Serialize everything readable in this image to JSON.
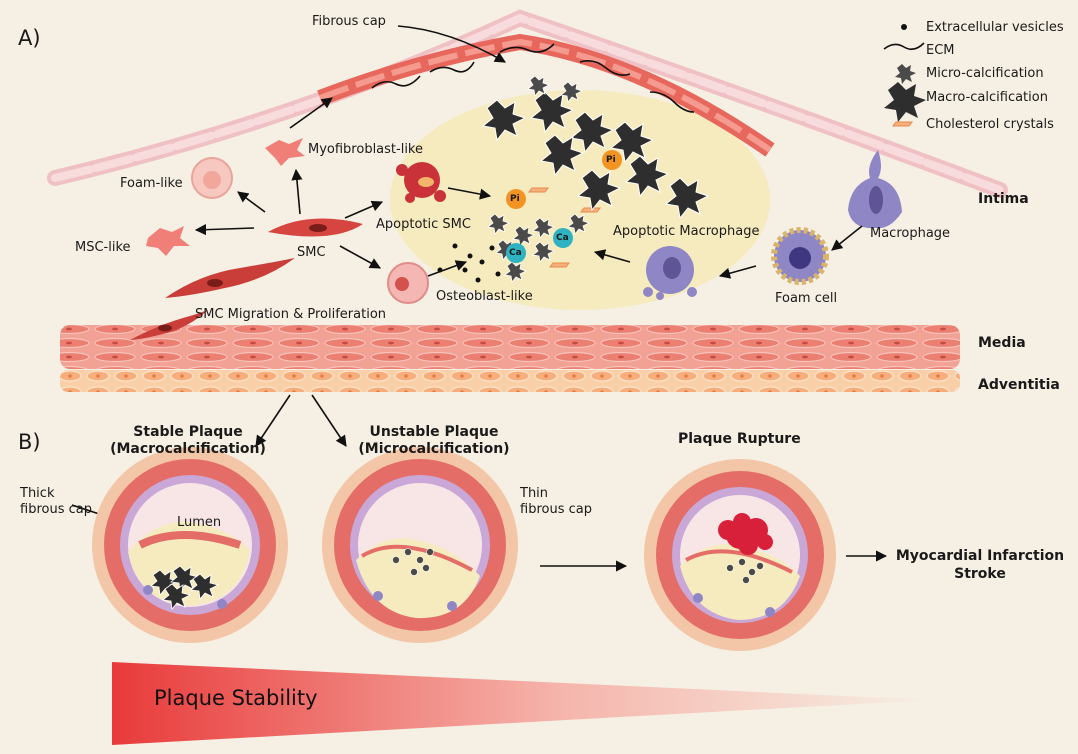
{
  "panels": {
    "a": "A)",
    "b": "B)"
  },
  "legend": [
    {
      "label": "Extracellular  vesicles",
      "icon": "dot-icon"
    },
    {
      "label": "ECM",
      "icon": "wave-line-icon"
    },
    {
      "label": "Micro-calcification",
      "icon": "small-star-icon"
    },
    {
      "label": "Macro-calcification",
      "icon": "large-star-icon"
    },
    {
      "label": "Cholesterol crystals",
      "icon": "crystal-icon"
    }
  ],
  "layers": {
    "intima": "Intima",
    "media": "Media",
    "adventitia": "Adventitia"
  },
  "labels": {
    "fibrous_cap": "Fibrous cap",
    "foam_like": "Foam-like",
    "myofibroblast_like": "Myofibroblast-like",
    "msc_like": "MSC-like",
    "smc": "SMC",
    "apoptotic_smc": "Apoptotic SMC",
    "osteoblast_like": "Osteoblast-like",
    "smc_migration": "SMC Migration & Proliferation",
    "apoptotic_macrophage": "Apoptotic Macrophage",
    "macrophage": "Macrophage",
    "foam_cell": "Foam cell",
    "pi": "Pi",
    "ca": "Ca"
  },
  "panel_b": {
    "stable": "Stable Plaque\n(Macrocalcification)",
    "unstable": "Unstable Plaque\n(Microcalcification)",
    "rupture": "Plaque Rupture",
    "thick_cap": "Thick\nfibrous cap",
    "lumen": "Lumen",
    "thin_cap": "Thin\nfibrous cap",
    "outcome": "Myocardial Infarction\nStroke"
  },
  "gradient_label": "Plaque Stability",
  "colors": {
    "background": "#f6efe3",
    "plaque": "#f6ebbf",
    "smc": "#d6453f",
    "media": "#ee8f83",
    "calcification": "#2e2e2e",
    "macrophage": "#8f86c6",
    "gradient_start": "#e83a3a"
  }
}
